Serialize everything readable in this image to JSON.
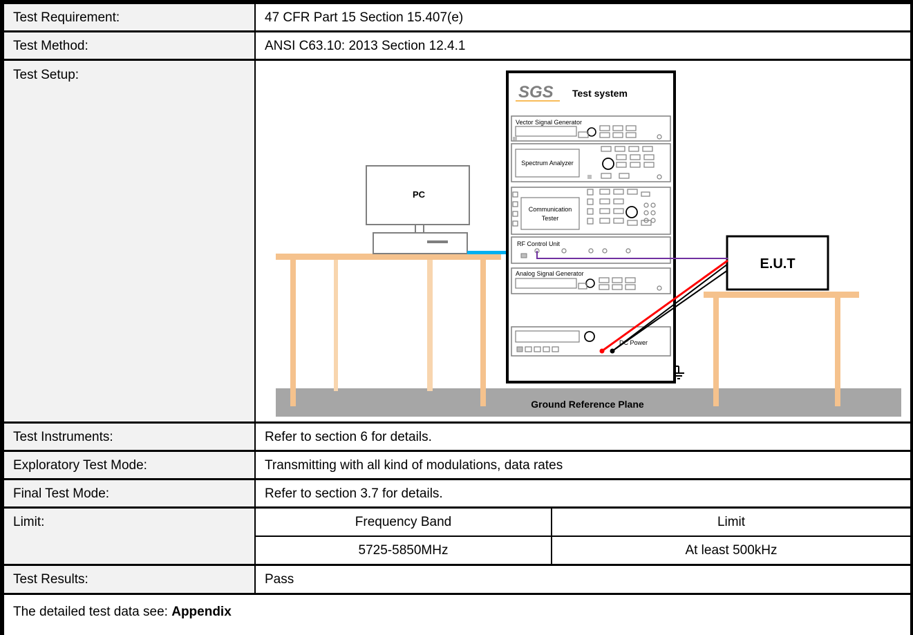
{
  "rows": {
    "requirement": {
      "label": "Test Requirement:",
      "value": "47 CFR Part 15 Section 15.407(e)"
    },
    "method": {
      "label": "Test Method:",
      "value": "ANSI C63.10: 2013 Section 12.4.1"
    },
    "setup": {
      "label": "Test Setup:"
    },
    "instruments": {
      "label": "Test Instruments:",
      "value": "Refer to section 6 for details."
    },
    "exploratory": {
      "label": "Exploratory Test Mode:",
      "value": "Transmitting with all kind of modulations, data rates"
    },
    "final_mode": {
      "label": "Final Test Mode:",
      "value": "Refer to section 3.7 for details."
    },
    "limit": {
      "label": "Limit:",
      "col1_header": "Frequency Band",
      "col2_header": "Limit",
      "band": "5725-5850MHz",
      "limit_value": "At least 500kHz"
    },
    "results": {
      "label": "Test Results:",
      "value": "Pass"
    }
  },
  "footer": {
    "prefix": "The detailed test data see: ",
    "link": "Appendix"
  },
  "diagram": {
    "logo": "SGS",
    "rack_title": "Test system",
    "vsg": "Vector Signal Generator",
    "spectrum": "Spectrum Analyzer",
    "comm_line1": "Communication",
    "comm_line2": "Tester",
    "rfcu": "RF Control Unit",
    "asg": "Analog Signal Generator",
    "dcpower": "DC Power",
    "pc": "PC",
    "eut": "E.U.T",
    "ground": "Ground Reference Plane"
  }
}
